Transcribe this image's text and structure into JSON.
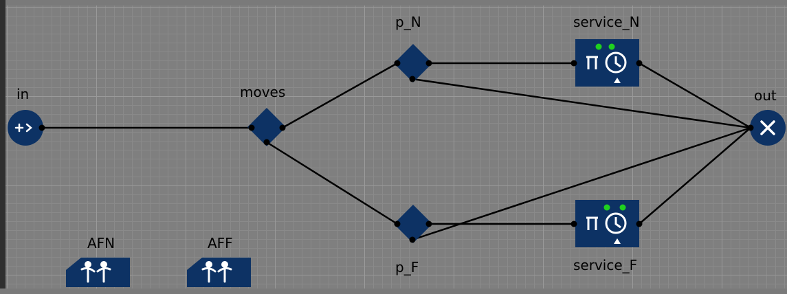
{
  "nodes": {
    "in": {
      "label": "in",
      "icon": "source-icon"
    },
    "moves": {
      "label": "moves",
      "icon": "select-output-icon"
    },
    "p_N": {
      "label": "p_N",
      "icon": "select-output-icon"
    },
    "p_F": {
      "label": "p_F",
      "icon": "select-output-icon"
    },
    "service_N": {
      "label": "service_N",
      "icon": "service-icon"
    },
    "service_F": {
      "label": "service_F",
      "icon": "service-icon"
    },
    "out": {
      "label": "out",
      "icon": "sink-icon"
    },
    "AFN": {
      "label": "AFN",
      "icon": "resource-pool-icon"
    },
    "AFF": {
      "label": "AFF",
      "icon": "resource-pool-icon"
    }
  },
  "colors": {
    "block_fill": "#0d3264",
    "port_dot": "#000000",
    "indicator": "#1fd11f",
    "canvas": "#7f7f7f"
  }
}
